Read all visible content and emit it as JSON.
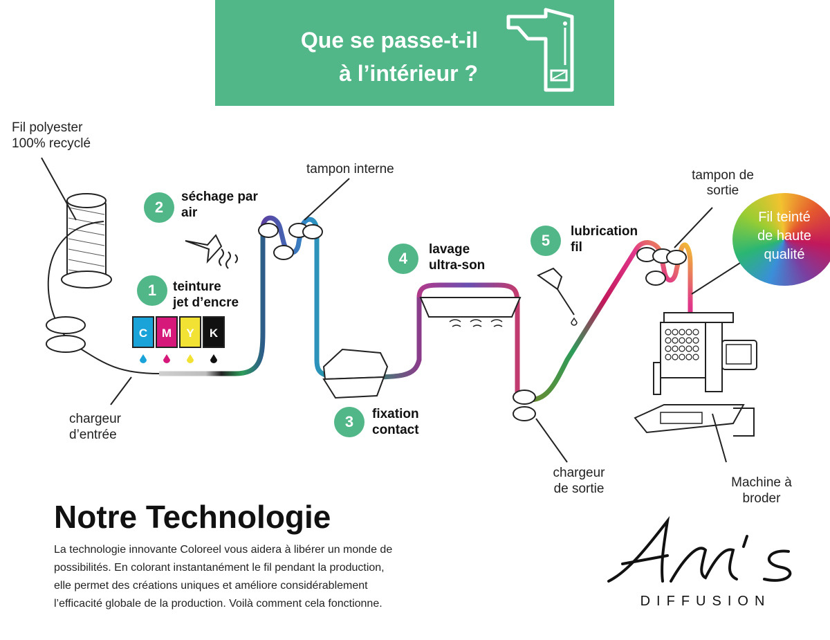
{
  "banner": {
    "line1": "Que se passe-t-il",
    "line2": "à l’intérieur ?",
    "color": "#52b788"
  },
  "labels": {
    "fil_line1": "Fil polyester",
    "fil_line2": "100% recyclé",
    "tampon_interne": "tampon interne",
    "tampon_sortie_line1": "tampon de",
    "tampon_sortie_line2": "sortie",
    "chargeur_entree_line1": "chargeur",
    "chargeur_entree_line2": "d’entrée",
    "chargeur_sortie_line1": "chargeur",
    "chargeur_sortie_line2": "de sortie",
    "machine_line1": "Machine à",
    "machine_line2": "broder"
  },
  "steps": [
    {
      "num": "1",
      "line1": "teinture",
      "line2": "jet d’encre"
    },
    {
      "num": "2",
      "line1": "séchage par",
      "line2": "air"
    },
    {
      "num": "3",
      "line1": "fixation",
      "line2": "contact"
    },
    {
      "num": "4",
      "line1": "lavage",
      "line2": "ultra-son"
    },
    {
      "num": "5",
      "line1": "lubrication",
      "line2": "fil"
    }
  ],
  "ink": [
    "C",
    "M",
    "Y",
    "K"
  ],
  "ink_colors": [
    "#1aa3d9",
    "#d6187b",
    "#f2e233",
    "#111111"
  ],
  "quality": {
    "line1": "Fil teinté",
    "line2": "de haute",
    "line3": "qualité"
  },
  "heading": "Notre Technologie",
  "description": [
    "La technologie innovante Coloreel vous aidera à libérer un monde de",
    "possibilités. En colorant instantanément le fil pendant la production,",
    "elle permet des créations uniques et améliore considérablement",
    "l’efficacité globale de la production. Voilà comment cela fonctionne."
  ],
  "logo": {
    "subtitle": "DIFFUSION"
  }
}
